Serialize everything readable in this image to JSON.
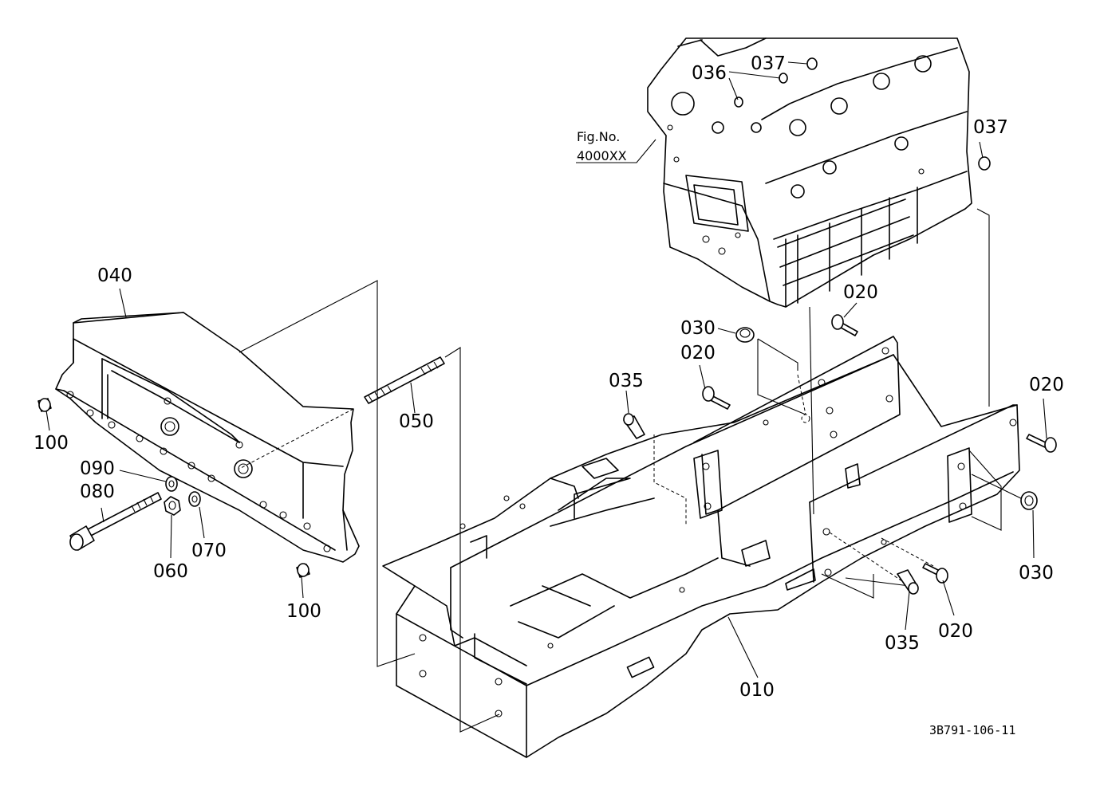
{
  "diagram": {
    "labels": {
      "l040": "040",
      "l050": "050",
      "l100a": "100",
      "l100b": "100",
      "l090": "090",
      "l080": "080",
      "l070": "070",
      "l060": "060",
      "l036": "036",
      "l037a": "037",
      "l037b": "037",
      "l020a": "020",
      "l020b": "020",
      "l020c": "020",
      "l020d": "020",
      "l030a": "030",
      "l030b": "030",
      "l035a": "035",
      "l035b": "035",
      "l010": "010"
    },
    "fig_ref": {
      "line1": "Fig.No.",
      "line2": "4000XX"
    },
    "drawing_code": "3B791-106-11"
  }
}
